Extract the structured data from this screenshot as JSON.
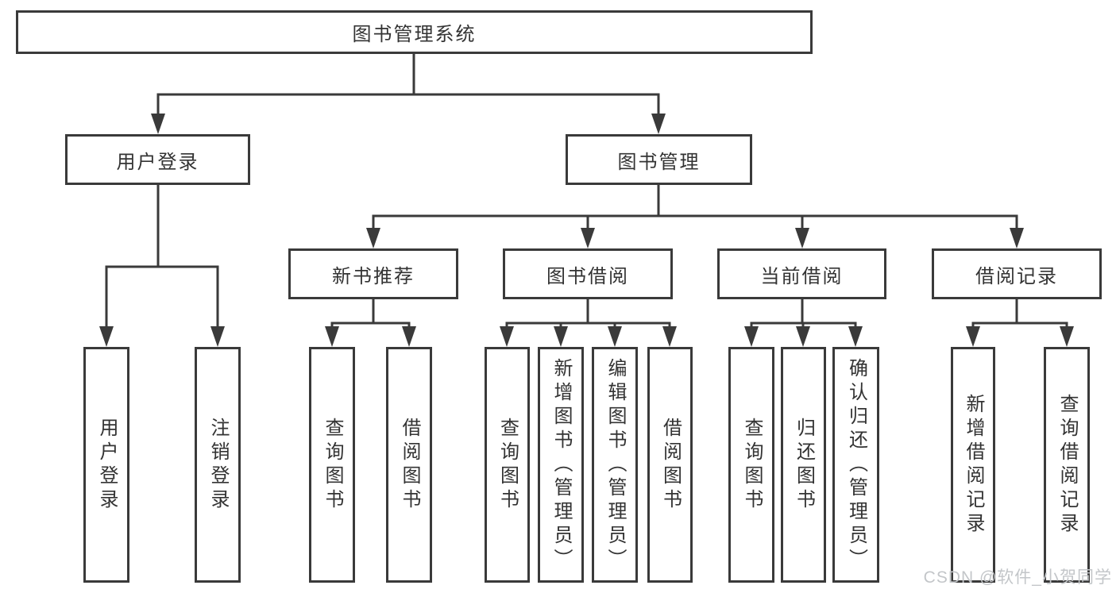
{
  "diagram": {
    "title": "图书管理系统",
    "branches": [
      {
        "label": "用户登录",
        "leaves": [
          "用户登录",
          "注销登录"
        ]
      },
      {
        "label": "图书管理",
        "groups": [
          {
            "label": "新书推荐",
            "leaves": [
              "查询图书",
              "借阅图书"
            ]
          },
          {
            "label": "图书借阅",
            "leaves": [
              "查询图书",
              "新增图书（管理员）",
              "编辑图书（管理员）",
              "借阅图书"
            ]
          },
          {
            "label": "当前借阅",
            "leaves": [
              "查询图书",
              "归还图书",
              "确认归还（管理员）"
            ]
          },
          {
            "label": "借阅记录",
            "leaves": [
              "新增借阅记录",
              "查询借阅记录"
            ]
          }
        ]
      }
    ]
  },
  "watermark": {
    "text": "CSDN @软件_小贺同学",
    "color": "#c3c6c9"
  },
  "colors": {
    "line": "#3a3a3a",
    "text": "#333333",
    "background": "#ffffff"
  }
}
